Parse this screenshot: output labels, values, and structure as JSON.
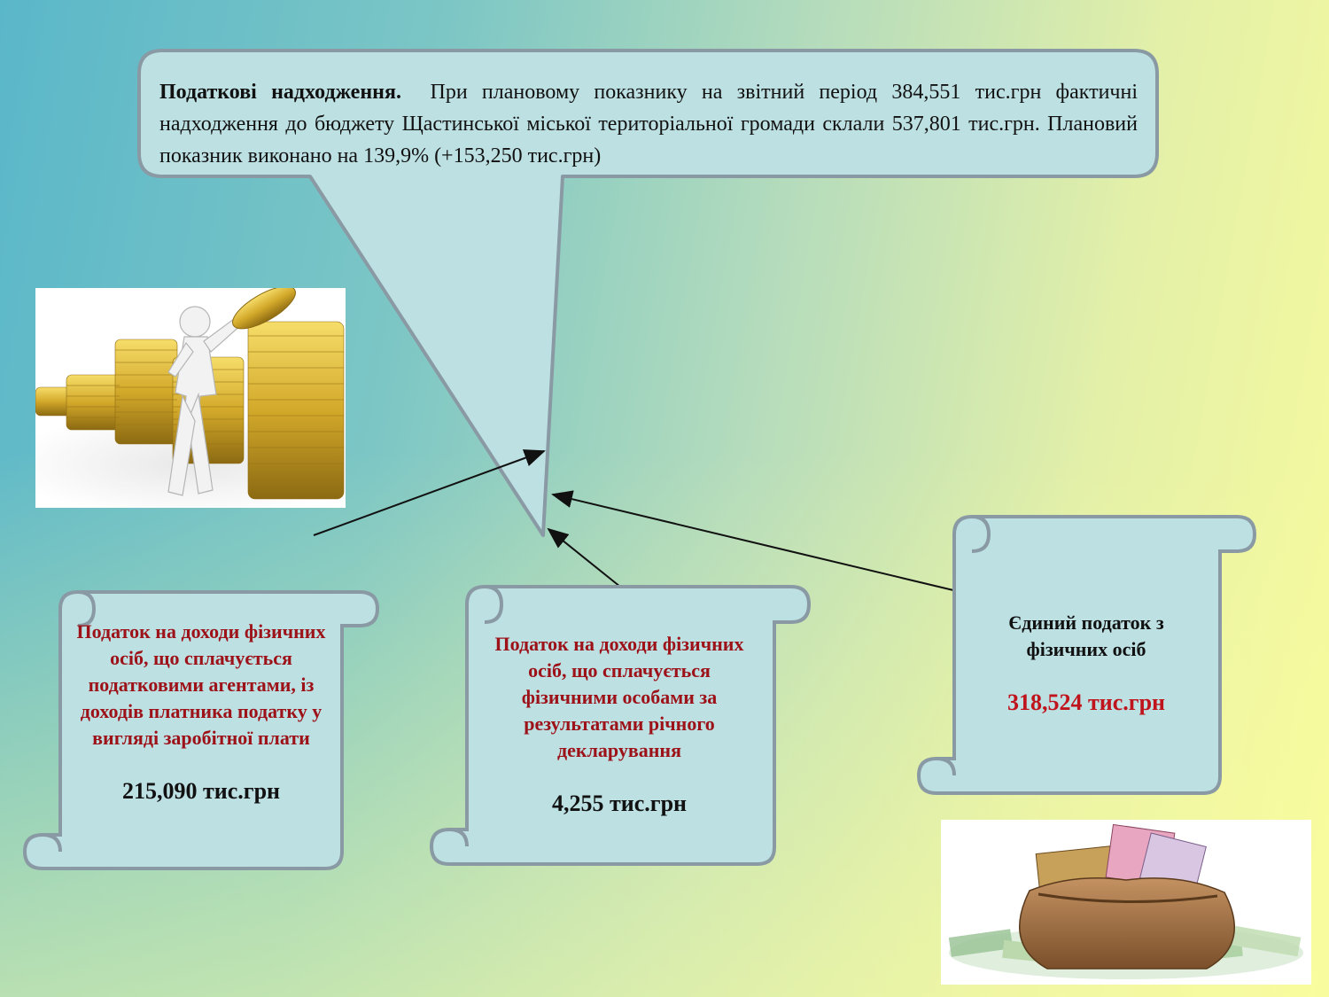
{
  "callout": {
    "heading": "Податкові  надходження.",
    "body": "При плановому показнику на звітний період  384,551 тис.грн фактичні надходження до бюджету Щастинської міської територіальної громади склали 537,801 тис.грн. Плановий показник виконано на 139,9% (+153,250 тис.грн)"
  },
  "scrolls": [
    {
      "label": "Податок на доходи фізичних осіб, що сплачується податковими агентами, із доходів платника податку у вигляді заробітної плати",
      "amount": "215,090 тис.грн"
    },
    {
      "label": "Податок на доходи фізичних осіб, що сплачується фізичними особами за результатами річного декларування",
      "amount": "4,255 тис.грн"
    },
    {
      "label": "Єдиний податок з фізичних осіб",
      "amount": "318,524 тис.грн"
    }
  ],
  "colors": {
    "shape_fill": "#bde0e3",
    "shape_stroke": "#8a9aa4",
    "label_red": "#9c1218",
    "amount_red": "#c0141c"
  },
  "icons": [
    "coins-figure-image",
    "money-bag-image"
  ]
}
